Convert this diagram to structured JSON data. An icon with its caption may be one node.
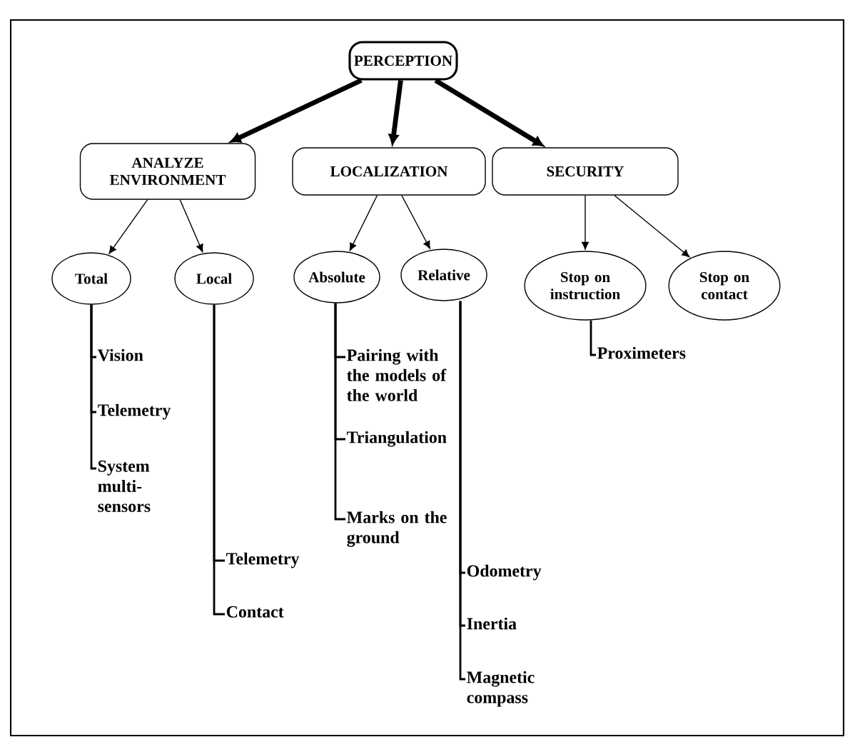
{
  "diagram": {
    "nodes": [
      {
        "text": [
          "PERCEPTION"
        ]
      },
      {
        "text": [
          "ANALYZE ENVIRONMENT"
        ]
      },
      {
        "text": [
          "LOCALIZATION"
        ]
      },
      {
        "text": [
          "SECURITY"
        ]
      },
      {
        "text": [
          "Total"
        ]
      },
      {
        "text": [
          "Local"
        ]
      },
      {
        "text": [
          "Absolute"
        ]
      },
      {
        "text": [
          "Relative"
        ]
      },
      {
        "text": [
          "Stop on instruction"
        ]
      },
      {
        "text": [
          "Stop on contact"
        ]
      },
      {
        "text": [
          "Vision"
        ]
      },
      {
        "text": [
          "Telemetry"
        ]
      },
      {
        "text": [
          "System multi-sensors"
        ]
      },
      {
        "text": [
          "Telemetry"
        ]
      },
      {
        "text": [
          "Contact"
        ]
      },
      {
        "text": [
          "Pairing with the models of the world"
        ]
      },
      {
        "text": [
          "Triangulation"
        ]
      },
      {
        "text": [
          "Marks on the ground"
        ]
      },
      {
        "text": [
          "Odometry"
        ]
      },
      {
        "text": [
          "Inertia"
        ]
      },
      {
        "text": [
          "Magnetic compass"
        ]
      },
      {
        "text": [
          "Proximeters"
        ]
      }
    ],
    "edges": [
      {
        "from": 0,
        "to": 1,
        "arrow": "to",
        "style": "thick"
      },
      {
        "from": 0,
        "to": 2,
        "arrow": "to",
        "style": "thick"
      },
      {
        "from": 0,
        "to": 3,
        "arrow": "to",
        "style": "thick"
      },
      {
        "from": 1,
        "to": 4,
        "arrow": "to"
      },
      {
        "from": 1,
        "to": 5,
        "arrow": "to"
      },
      {
        "from": 2,
        "to": 6,
        "arrow": "to"
      },
      {
        "from": 2,
        "to": 7,
        "arrow": "to"
      },
      {
        "from": 3,
        "to": 8,
        "arrow": "to"
      },
      {
        "from": 3,
        "to": 9,
        "arrow": "to"
      },
      {
        "from": 4,
        "to": 10,
        "arrow": "none"
      },
      {
        "from": 4,
        "to": 11,
        "arrow": "none"
      },
      {
        "from": 4,
        "to": 12,
        "arrow": "none"
      },
      {
        "from": 5,
        "to": 13,
        "arrow": "none"
      },
      {
        "from": 5,
        "to": 14,
        "arrow": "none"
      },
      {
        "from": 6,
        "to": 15,
        "arrow": "none"
      },
      {
        "from": 6,
        "to": 16,
        "arrow": "none"
      },
      {
        "from": 6,
        "to": 17,
        "arrow": "none"
      },
      {
        "from": 7,
        "to": 18,
        "arrow": "none"
      },
      {
        "from": 7,
        "to": 19,
        "arrow": "none"
      },
      {
        "from": 7,
        "to": 20,
        "arrow": "none"
      },
      {
        "from": 8,
        "to": 21,
        "arrow": "none"
      }
    ]
  }
}
